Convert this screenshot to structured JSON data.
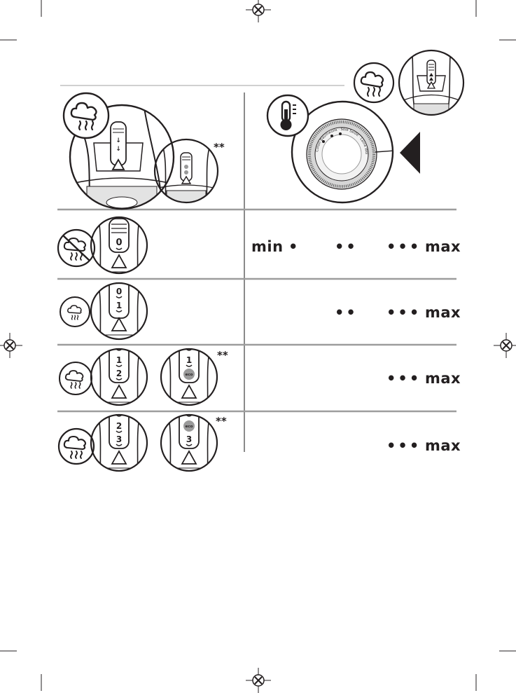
{
  "footnote_mark": "**",
  "dial": {
    "labels": [
      "Wolle",
      "Laine",
      "Seide",
      "Soie",
      "Baumwolle",
      "Coton",
      "Leinen",
      "Lin"
    ]
  },
  "settings": [
    {
      "row": 1,
      "steam_level": "none",
      "dial_position": "0",
      "temps": {
        "min": "min",
        "d1": "•",
        "d2": "••",
        "d3": "•••",
        "max": "max"
      }
    },
    {
      "row": 2,
      "steam_level": "low",
      "dial_positions": [
        "0",
        "1"
      ],
      "temps": {
        "d2": "••",
        "d3": "•••",
        "max": "max"
      }
    },
    {
      "row": 3,
      "steam_level": "medium",
      "dial_positions": [
        "1",
        "2"
      ],
      "alt_positions": [
        "1",
        "eco"
      ],
      "temps": {
        "d3": "•••",
        "max": "max"
      }
    },
    {
      "row": 4,
      "steam_level": "high",
      "dial_positions": [
        "2",
        "3"
      ],
      "alt_positions": [
        "eco",
        "3"
      ],
      "temps": {
        "d3": "•••",
        "max": "max"
      }
    }
  ],
  "icons": {
    "steam": "steam-cloud-icon",
    "no_steam": "no-steam-icon",
    "thermometer": "thermometer-icon",
    "pointer": "triangle-pointer-icon",
    "registration": "registration-mark-icon"
  },
  "colors": {
    "ink": "#231f20",
    "rule": "#9d9d9d",
    "eco_badge": "#9a9a9a",
    "dial_face": "#dcdcdc"
  }
}
